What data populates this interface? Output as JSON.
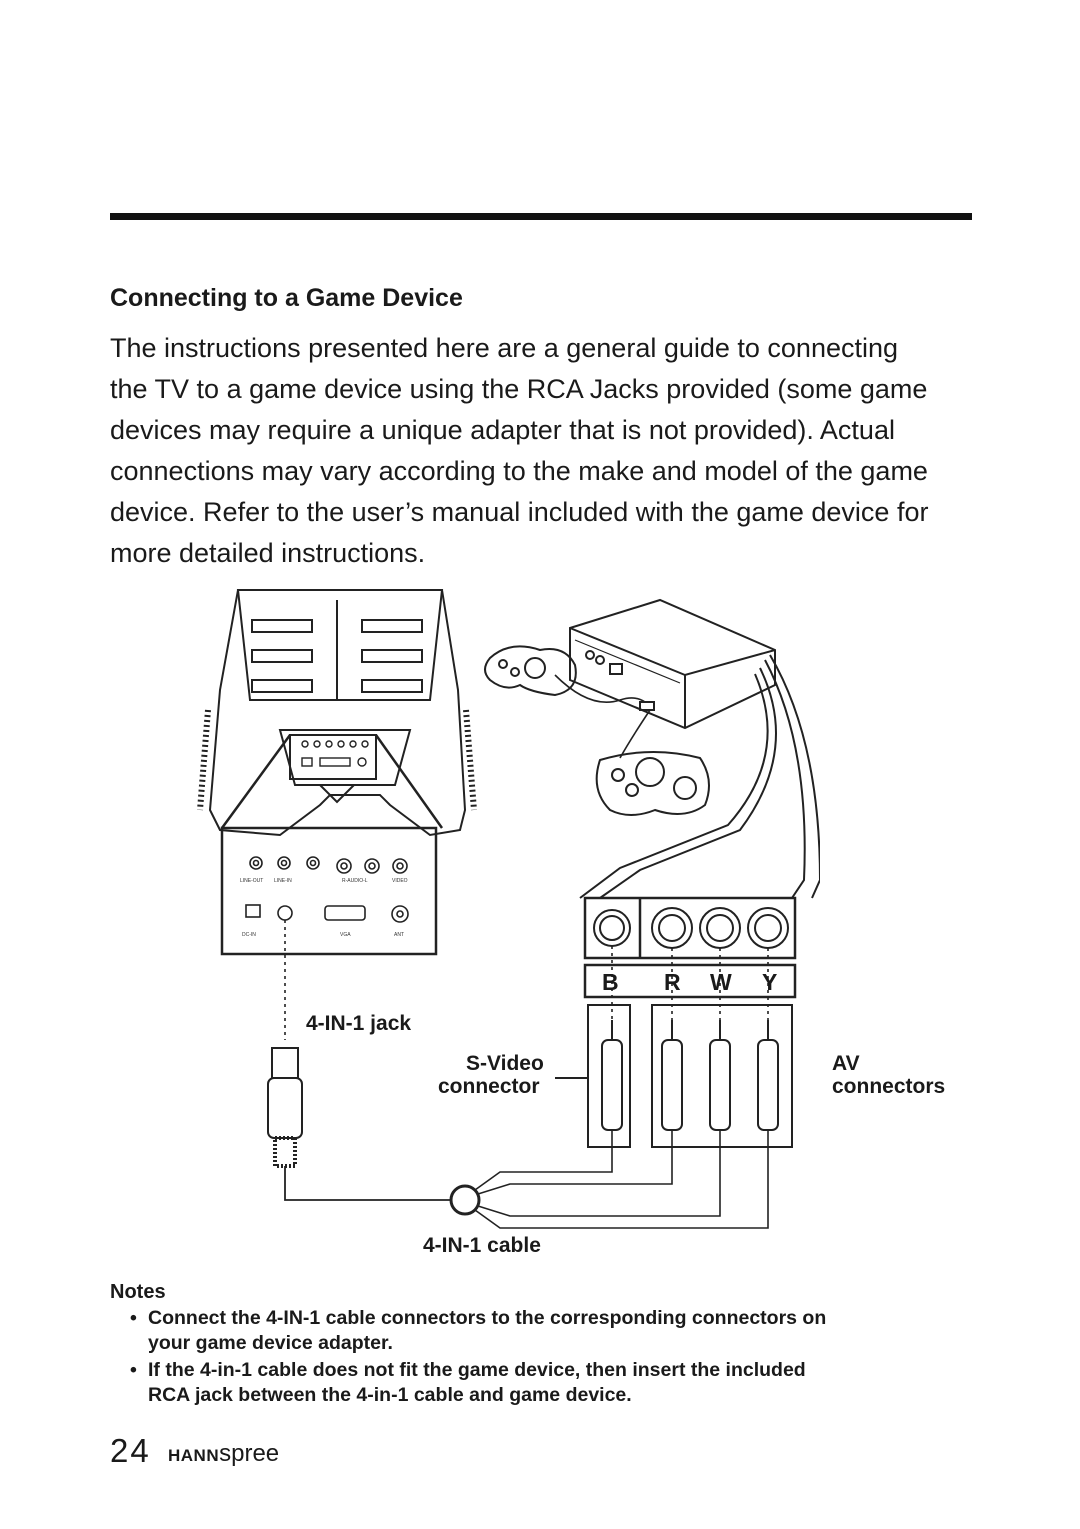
{
  "section": {
    "heading": "Connecting to a Game Device",
    "body_lines": [
      "The instructions presented here are a general guide to connecting",
      "the TV to a game device using the RCA Jacks provided (some game",
      "devices may require a unique adapter that is not provided). Actual",
      "connections may vary according to the make and model of the game",
      "device. Refer to the user’s manual included with the game device for",
      "more detailed instructions."
    ]
  },
  "diagram": {
    "port_labels": {
      "line_out": "LINE-OUT",
      "line_in": "LINE-IN",
      "r_audio_l": "R-AUDIO-L",
      "video": "VIDEO",
      "dc_in": "DC-IN",
      "vga": "VGA",
      "ant": "ANT"
    },
    "color_codes": [
      "B",
      "R",
      "W",
      "Y"
    ],
    "jack_label": "4-IN-1 jack",
    "svideo_label_1": "S-Video",
    "svideo_label_2": "connector",
    "av_label_1": "AV",
    "av_label_2": "connectors",
    "cable_label": "4-IN-1 cable"
  },
  "notes": {
    "title": "Notes",
    "items": [
      [
        "Connect the 4-IN-1 cable connectors to the corresponding connectors on",
        "your game device adapter."
      ],
      [
        "If the 4-in-1 cable does not fit the game device, then insert the included",
        "RCA jack between the 4-in-1 cable and game device."
      ]
    ]
  },
  "footer": {
    "page_number": "24",
    "brand_bold": "HANN",
    "brand_light": "spree"
  }
}
